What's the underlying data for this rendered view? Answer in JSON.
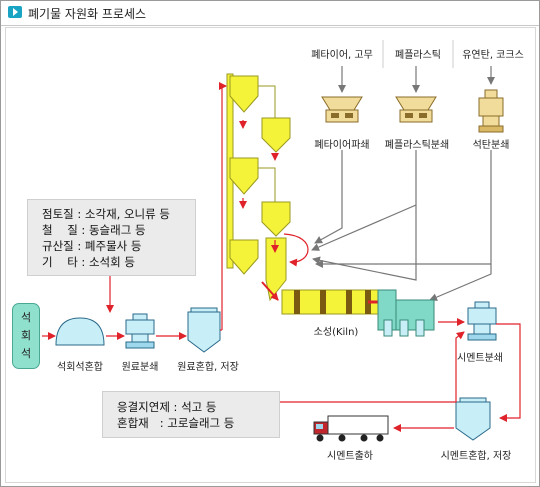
{
  "title": "폐기물 자원화 프로세스",
  "inputs": {
    "tire": "폐타이어, 고무",
    "plastic": "폐플라스틱",
    "coke": "유연탄, 코크스"
  },
  "crushers": {
    "tire": "폐타이어파쇄",
    "plastic": "폐플라스틱분쇄",
    "coal": "석탄분쇄"
  },
  "raw_notes": [
    "점토질 : 소각재, 오니류 등",
    "철    질 : 동슬래그 등",
    "규산질 : 폐주물사 등",
    "기    타 : 소석회 등"
  ],
  "cement_notes": [
    "응결지연제 : 석고 등",
    "혼합재   : 고로슬래그 등"
  ],
  "stages": {
    "limestone": "석회석",
    "limestone_mix": "석회석혼합",
    "raw_crush": "원료분쇄",
    "raw_mix": "원료혼합, 저장",
    "kiln": "소성(Kiln)",
    "cement_crush": "시멘트분쇄",
    "cement_mix": "시멘트혼합, 저장",
    "shipping": "시멘트출하"
  },
  "colors": {
    "yellow": "#f5f23a",
    "cyan_light": "#c8eff8",
    "teal": "#7fd9c6",
    "red_arrow": "#e0222a",
    "crusher_tan": "#f2dc9c",
    "limestone_teal": "#8fe0cd"
  }
}
